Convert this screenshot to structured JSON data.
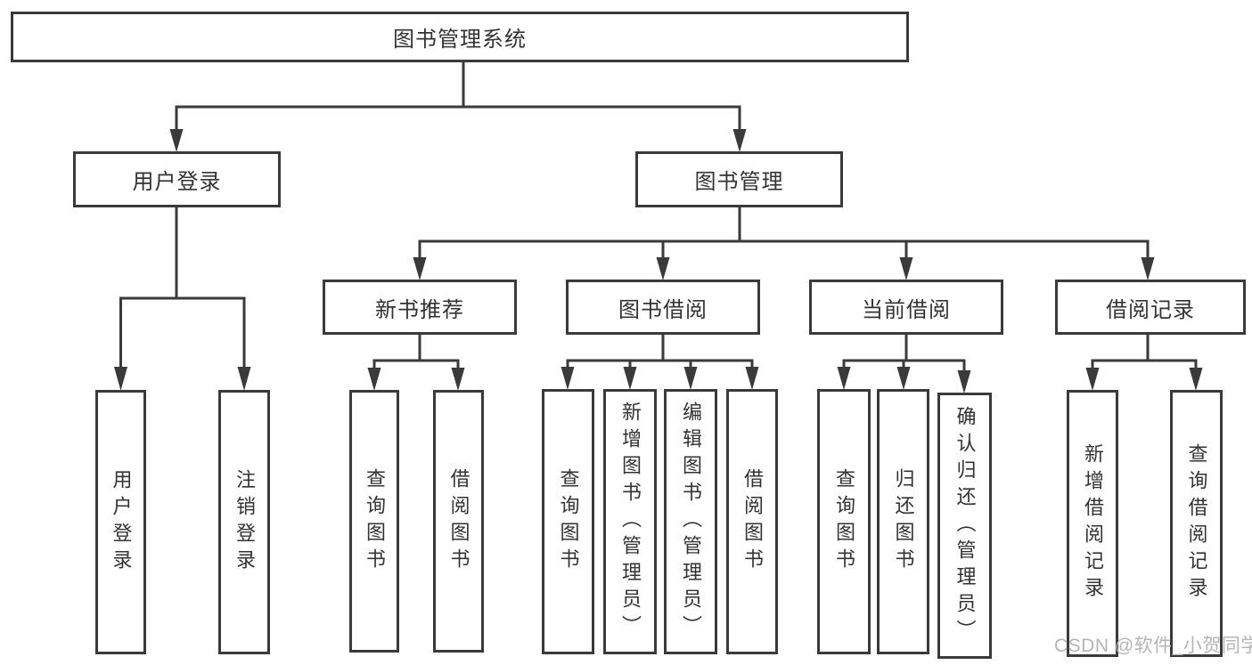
{
  "diagram": {
    "root": {
      "label": "图书管理系统"
    },
    "branches": [
      {
        "label": "用户登录"
      },
      {
        "label": "图书管理"
      }
    ],
    "modules": [
      {
        "label": "新书推荐"
      },
      {
        "label": "图书借阅"
      },
      {
        "label": "当前借阅"
      },
      {
        "label": "借阅记录"
      }
    ],
    "leaves": {
      "user_login": [
        "用户登录",
        "注销登录"
      ],
      "new_book": [
        "查询图书",
        "借阅图书"
      ],
      "book_borrow": [
        "查询图书",
        "新增图书（管理员）",
        "编辑图书（管理员）",
        "借阅图书"
      ],
      "current_borrow": [
        "查询图书",
        "归还图书",
        "确认归还（管理员）"
      ],
      "borrow_records": [
        "新增借阅记录",
        "查询借阅记录"
      ]
    }
  },
  "watermark": {
    "text": "CSDN @软件_小贺同学",
    "color": "#b5b5b5"
  },
  "colors": {
    "line": "#3a3a3a",
    "text": "#333333",
    "background": "#ffffff"
  }
}
